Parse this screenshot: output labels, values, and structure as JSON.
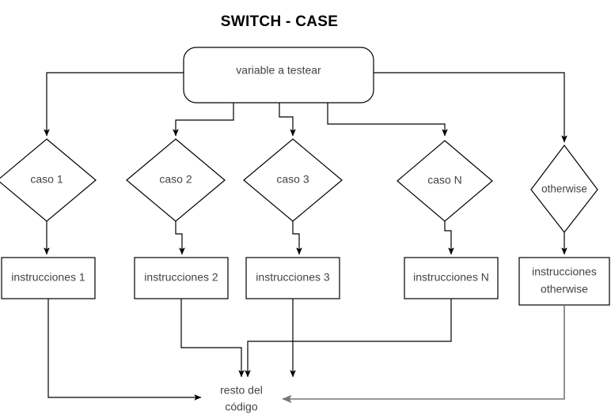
{
  "diagram": {
    "title": "SWITCH - CASE",
    "type": "flowchart",
    "language": "es",
    "start": {
      "label": "variable a testear",
      "shape": "rounded-rectangle"
    },
    "branches": [
      {
        "id": "caso-1",
        "condition": "caso 1",
        "action": "instrucciones 1",
        "condition_shape": "diamond",
        "action_shape": "rectangle"
      },
      {
        "id": "caso-2",
        "condition": "caso 2",
        "action": "instrucciones 2",
        "condition_shape": "diamond",
        "action_shape": "rectangle"
      },
      {
        "id": "caso-3",
        "condition": "caso 3",
        "action": "instrucciones 3",
        "condition_shape": "diamond",
        "action_shape": "rectangle"
      },
      {
        "id": "caso-n",
        "condition": "caso N",
        "action": "instrucciones N",
        "condition_shape": "diamond",
        "action_shape": "rectangle"
      },
      {
        "id": "otherwise",
        "condition": "otherwise",
        "action_line1": "instrucciones",
        "action_line2": "otherwise",
        "condition_shape": "diamond",
        "action_shape": "rectangle"
      }
    ],
    "end": {
      "line1": "resto del",
      "line2": "código"
    },
    "colors": {
      "stroke": "#000000",
      "stroke_secondary": "#767676",
      "text": "#444444",
      "title": "#000000",
      "background": "#ffffff"
    }
  }
}
